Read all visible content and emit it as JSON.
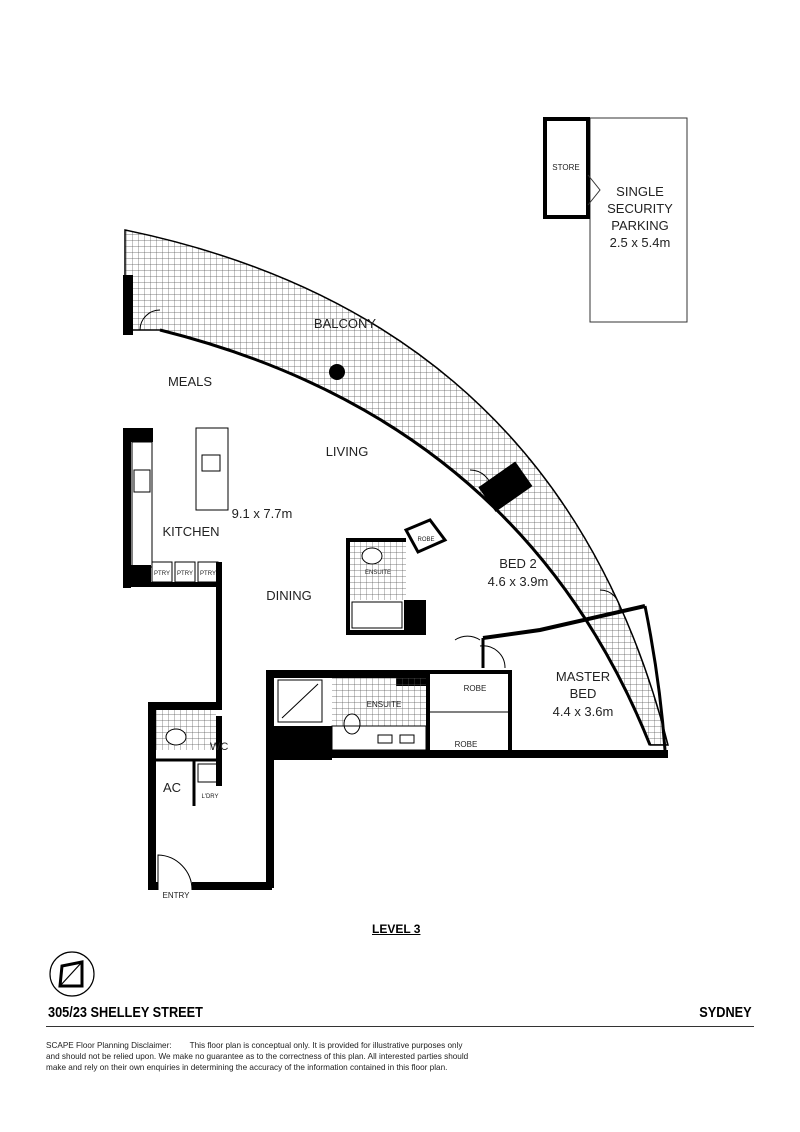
{
  "rooms": {
    "store": "STORE",
    "parking": [
      "SINGLE",
      "SECURITY",
      "PARKING",
      "2.5 x 5.4m"
    ],
    "balcony": "BALCONY",
    "meals": "MEALS",
    "living": "LIVING",
    "living_size": "9.1 x 7.7m",
    "kitchen": "KITCHEN",
    "pantry": [
      "PTRY",
      "PTRY",
      "PTRY"
    ],
    "dining": "DINING",
    "robe_bed2": "ROBE",
    "ensuite_bed2": "ENSUITE",
    "bed2": "BED 2",
    "bed2_size": "4.6 x 3.9m",
    "ensuite_master": "ENSUITE",
    "robe_master_1": "ROBE",
    "robe_master_2": "ROBE",
    "master": [
      "MASTER",
      "BED"
    ],
    "master_size": "4.4 x 3.6m",
    "wc": "WC",
    "ac": "AC",
    "laundry": "L'DRY",
    "entry": "ENTRY"
  },
  "level": "LEVEL 3",
  "address": "305/23 SHELLEY STREET",
  "city": "SYDNEY",
  "disclaimer_title": "SCAPE Floor Planning Disclaimer:",
  "disclaimer": "This floor plan is conceptual only. It is provided for illustrative purposes only and should not be relied upon. We make no guarantee as to the correctness of this plan. All interested parties should make and rely on their own enquiries in determining the accuracy of the information contained in this floor plan."
}
